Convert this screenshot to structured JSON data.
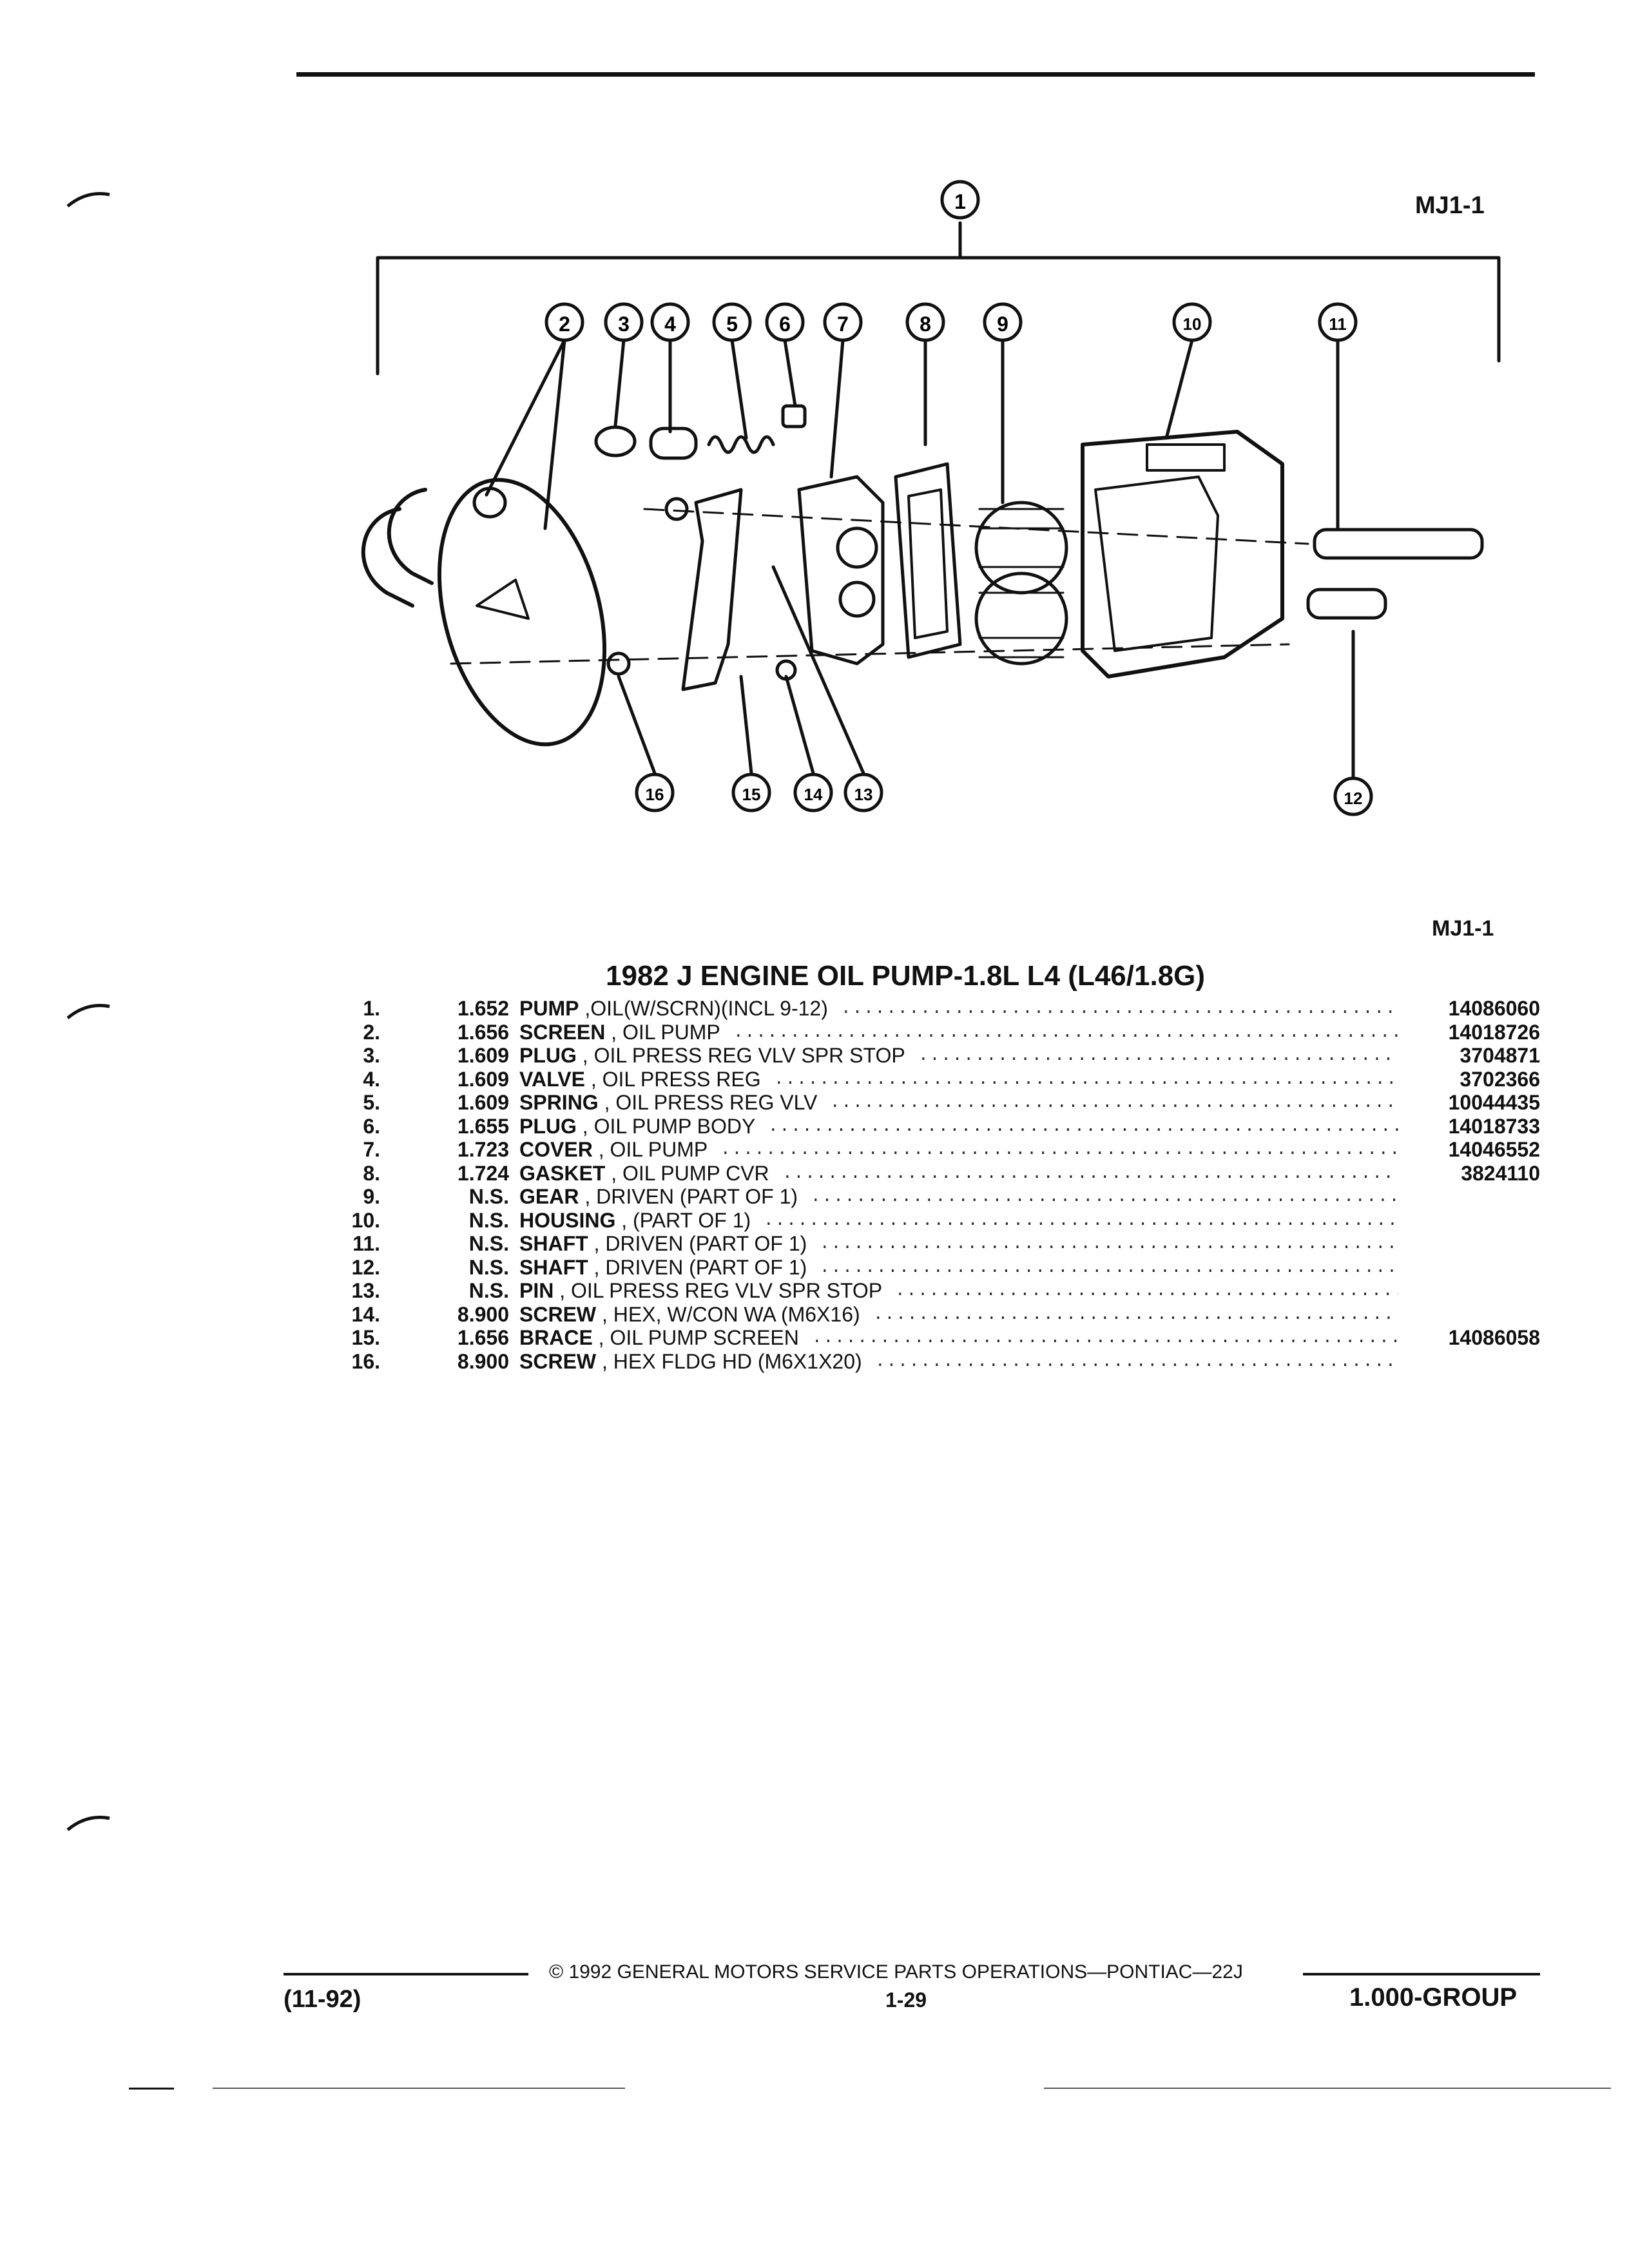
{
  "figure_code_top": "MJ1-1",
  "figure_code_mid": "MJ1-1",
  "callouts": [
    "1",
    "2",
    "3",
    "4",
    "5",
    "6",
    "7",
    "8",
    "9",
    "10",
    "11",
    "12",
    "13",
    "14",
    "15",
    "16"
  ],
  "title": "1982 J ENGINE OIL PUMP-1.8L L4 (L46/1.8G)",
  "parts": [
    {
      "num": "1.",
      "group": "1.652",
      "name": "PUMP",
      "desc": " ,OIL(W/SCRN)(INCL 9-12)",
      "part": "14086060"
    },
    {
      "num": "2.",
      "group": "1.656",
      "name": "SCREEN",
      "desc": " , OIL PUMP",
      "part": "14018726"
    },
    {
      "num": "3.",
      "group": "1.609",
      "name": "PLUG",
      "desc": " , OIL PRESS REG VLV SPR STOP",
      "part": "3704871"
    },
    {
      "num": "4.",
      "group": "1.609",
      "name": "VALVE",
      "desc": " , OIL PRESS REG",
      "part": "3702366"
    },
    {
      "num": "5.",
      "group": "1.609",
      "name": "SPRING",
      "desc": " , OIL PRESS REG VLV",
      "part": "10044435"
    },
    {
      "num": "6.",
      "group": "1.655",
      "name": "PLUG",
      "desc": " , OIL PUMP BODY",
      "part": "14018733"
    },
    {
      "num": "7.",
      "group": "1.723",
      "name": "COVER",
      "desc": " , OIL PUMP",
      "part": "14046552"
    },
    {
      "num": "8.",
      "group": "1.724",
      "name": "GASKET",
      "desc": " , OIL PUMP CVR",
      "part": "3824110"
    },
    {
      "num": "9.",
      "group": "N.S.",
      "name": "GEAR",
      "desc": " , DRIVEN (PART OF 1)",
      "part": ""
    },
    {
      "num": "10.",
      "group": "N.S.",
      "name": "HOUSING",
      "desc": " , (PART OF 1)",
      "part": ""
    },
    {
      "num": "11.",
      "group": "N.S.",
      "name": "SHAFT",
      "desc": " , DRIVEN (PART OF 1)",
      "part": ""
    },
    {
      "num": "12.",
      "group": "N.S.",
      "name": "SHAFT",
      "desc": " , DRIVEN (PART OF 1)",
      "part": ""
    },
    {
      "num": "13.",
      "group": "N.S.",
      "name": "PIN",
      "desc": " , OIL PRESS REG VLV SPR STOP",
      "part": ""
    },
    {
      "num": "14.",
      "group": "8.900",
      "name": "SCREW",
      "desc": " , HEX, W/CON WA (M6X16)",
      "part": ""
    },
    {
      "num": "15.",
      "group": "1.656",
      "name": "BRACE",
      "desc": " , OIL PUMP SCREEN",
      "part": "14086058"
    },
    {
      "num": "16.",
      "group": "8.900",
      "name": "SCREW",
      "desc": " , HEX FLDG HD (M6X1X20)",
      "part": ""
    }
  ],
  "footer": {
    "copyright": "© 1992 GENERAL MOTORS SERVICE PARTS OPERATIONS—PONTIAC—22J",
    "date": "(11-92)",
    "page": "1-29",
    "group": "1.000-GROUP"
  }
}
